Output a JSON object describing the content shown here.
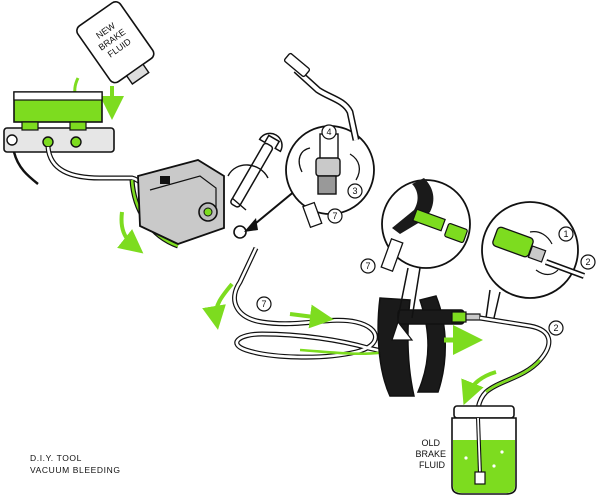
{
  "labels": {
    "new_fluid": [
      "NEW",
      "BRAKE",
      "FLUID"
    ],
    "old_fluid": [
      "OLD",
      "BRAKE",
      "FLUID"
    ]
  },
  "caption": {
    "line1": "D.I.Y. TOOL",
    "line2": "VACUUM BLEEDING"
  },
  "callouts": {
    "c1": "1",
    "c2": "2",
    "c3": "3",
    "c4": "4",
    "c7": "7"
  },
  "colors": {
    "fluid_green": "#7ddc1f",
    "line_dark": "#111111",
    "tool_black": "#1a1a1a",
    "body_grey": "#c9c9c9"
  }
}
